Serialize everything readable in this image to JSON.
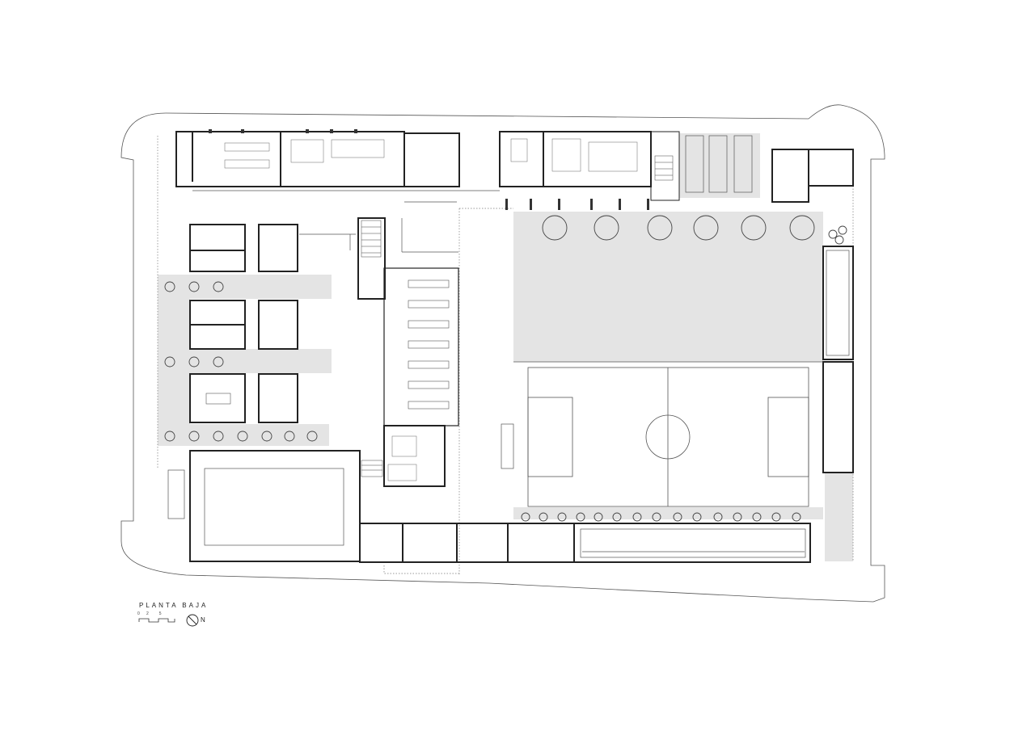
{
  "drawing": {
    "title": "PLANTA BAJA",
    "scale_labels": [
      "0",
      "2",
      "5"
    ],
    "north_label": "N"
  },
  "colors": {
    "ink": "#222222",
    "thin": "#555555",
    "fill": "#e4e4e4",
    "paper": "#ffffff"
  }
}
